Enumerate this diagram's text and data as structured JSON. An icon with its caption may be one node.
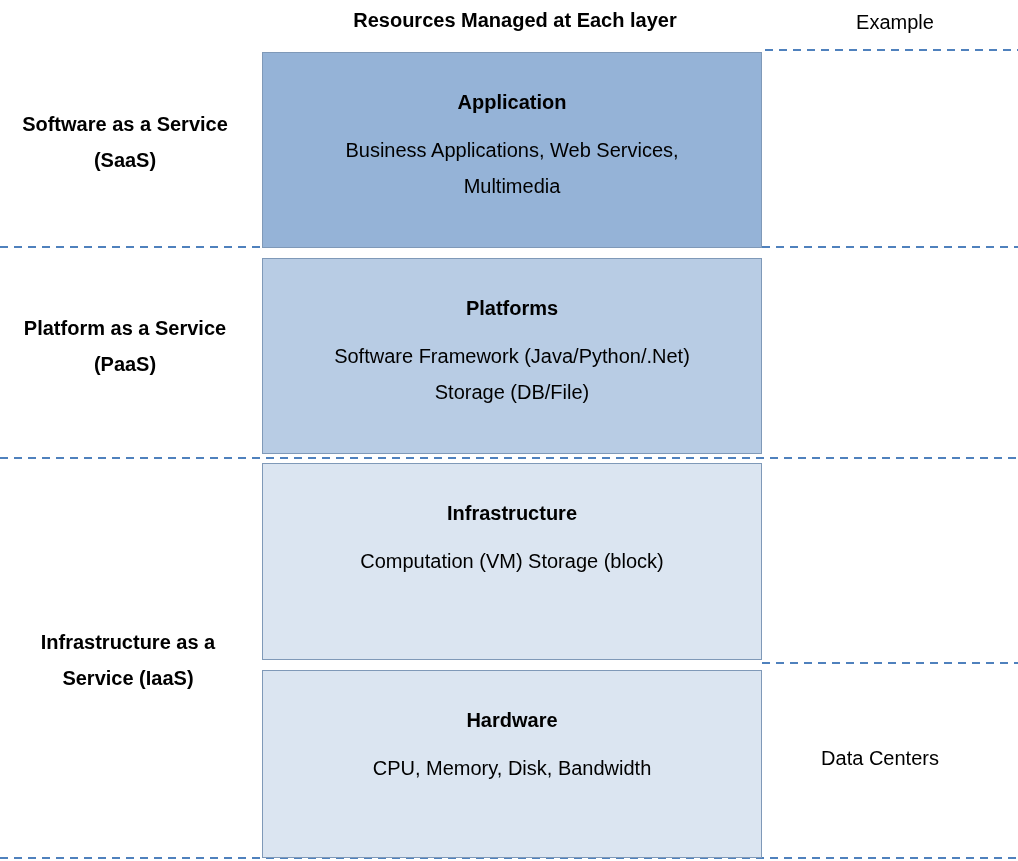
{
  "diagram": {
    "nodes": [
      {
        "text": [
          "Application",
          "Business Applications, Web Services, Multimedia"
        ]
      },
      {
        "text": [
          "Platforms",
          "Software Framework (Java/Python/.Net) Storage (DB/File)"
        ]
      },
      {
        "text": [
          "Infrastructure",
          "Computation (VM) Storage (block)"
        ]
      },
      {
        "text": [
          "Hardware",
          "CPU, Memory, Disk, Bandwidth"
        ]
      }
    ],
    "edges": [],
    "labels": [
      "Resources Managed at Each layer",
      "Example",
      "Software as a Service (SaaS)",
      "Platform as a Service (PaaS)",
      "Infrastructure as a Service (IaaS)",
      "Data Centers"
    ]
  }
}
